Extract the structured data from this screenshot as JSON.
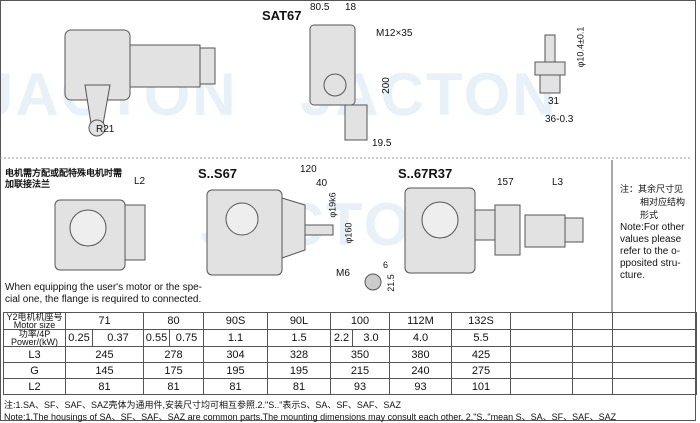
{
  "watermark": "JACTON",
  "sat67": {
    "title": "SAT67",
    "dims": [
      "80.5",
      "18",
      "M12×35",
      "200",
      "19.5",
      "R21"
    ]
  },
  "detail": {
    "dims": [
      "φ10.4±0.1",
      "31",
      "36-0.3"
    ]
  },
  "flange": {
    "note_cn": "电机需方配或配特殊电机时需加联接法兰",
    "note_cn2": "加联接法兰",
    "dim": "L2",
    "note_en": "When equipping the user's motor or the spe-",
    "note_en2": "cial one, the flange is required to connected."
  },
  "ss67": {
    "title": "S..S67",
    "dims": [
      "120",
      "40",
      "φ19k6",
      "φ160",
      "M6",
      "6",
      "21.5"
    ]
  },
  "s67r37": {
    "title": "S..67R37",
    "dims": [
      "157",
      "L3"
    ]
  },
  "side_note": {
    "cn": [
      "注：其余尺寸见",
      "相对应结构",
      "形式"
    ],
    "en": [
      "Note:For other",
      "values please",
      "refer to the o-",
      "pposited stru-",
      "cture."
    ]
  },
  "table": {
    "row_headers": {
      "motor_cn": "Y2电机机座号",
      "motor_en": "Motor size",
      "power_cn": "功率/4P",
      "power_en": "Power/(kW)",
      "l3": "L3",
      "g": "G",
      "l2": "L2"
    },
    "motor_sizes": [
      "71",
      "80",
      "90S",
      "90L",
      "100",
      "112M",
      "132S"
    ],
    "powers": [
      "0.25",
      "0.37",
      "0.55",
      "0.75",
      "1.1",
      "1.5",
      "2.2",
      "3.0",
      "4.0",
      "5.5"
    ],
    "L3": [
      "245",
      "278",
      "304",
      "328",
      "350",
      "380",
      "425"
    ],
    "G": [
      "145",
      "175",
      "195",
      "195",
      "215",
      "240",
      "275"
    ],
    "L2": [
      "81",
      "81",
      "81",
      "81",
      "93",
      "93",
      "101"
    ]
  },
  "notes": {
    "cn": "注:1.SA、SF、SAF、SAZ壳体为通用件,安装尺寸均可相互参照.2.\"S..\"表示S、SA、SF、SAF、SAZ",
    "en": "Note:1.The housings of SA、SF、SAF、SAZ are common parts.The mounting dimensions may consult each other. 2.\"S..\"mean S、SA、SF、SAF、SAZ"
  }
}
